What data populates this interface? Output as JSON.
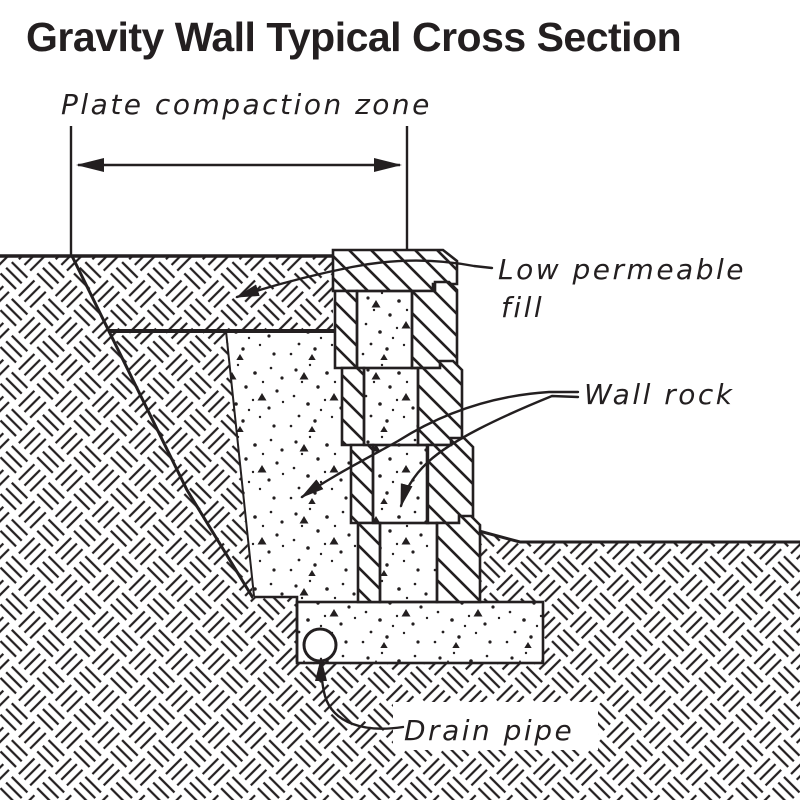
{
  "title": "Gravity Wall Typical Cross Section",
  "colors": {
    "ink": "#231f20",
    "paper": "#ffffff"
  },
  "annotations": {
    "plate_compaction_zone": "Plate compaction zone",
    "low_permeable_fill": [
      "Low permeable",
      "fill"
    ],
    "wall_rock": "Wall rock",
    "drain_pipe": "Drain pipe"
  }
}
